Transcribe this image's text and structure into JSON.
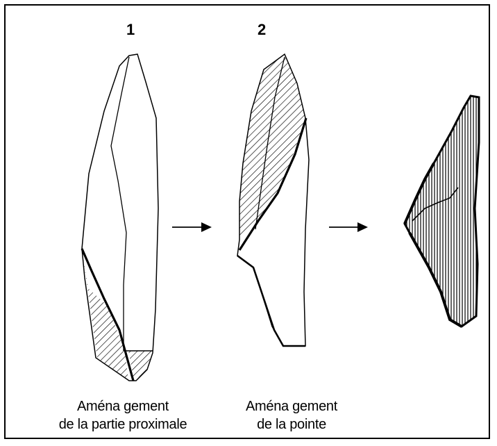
{
  "steps": [
    {
      "number": "1",
      "caption_line1": "Aména gement",
      "caption_line2": "de la partie proximale"
    },
    {
      "number": "2",
      "caption_line1": "Aména gement",
      "caption_line2": "de la pointe"
    }
  ],
  "colors": {
    "line": "#000000",
    "background": "#ffffff"
  }
}
